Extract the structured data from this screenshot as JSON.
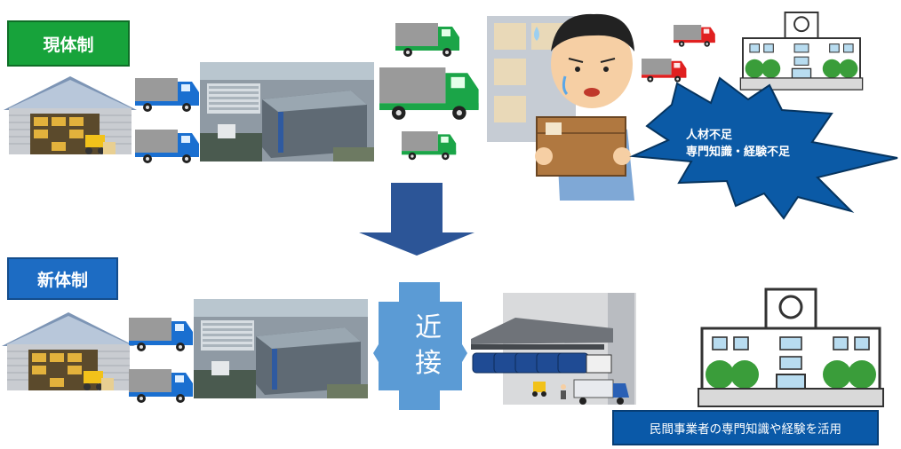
{
  "labels": {
    "current_system": "現体制",
    "new_system": "新体制"
  },
  "burst": {
    "line1": "人材不足",
    "line2": "専門知識・経験不足"
  },
  "proximity": {
    "char1": "近",
    "char2": "接"
  },
  "note": "民間事業者の専門知識や経験を活用",
  "colors": {
    "green": "#17a33b",
    "blue": "#1d6cc3",
    "navy": "#0a59a8",
    "arrow": "#2c5597",
    "red_truck": "#e02020"
  },
  "icons": [
    "warehouse-icon",
    "truck-icon",
    "school-building-icon",
    "worried-worker-icon",
    "loading-dock-icon",
    "forklift-icon"
  ]
}
